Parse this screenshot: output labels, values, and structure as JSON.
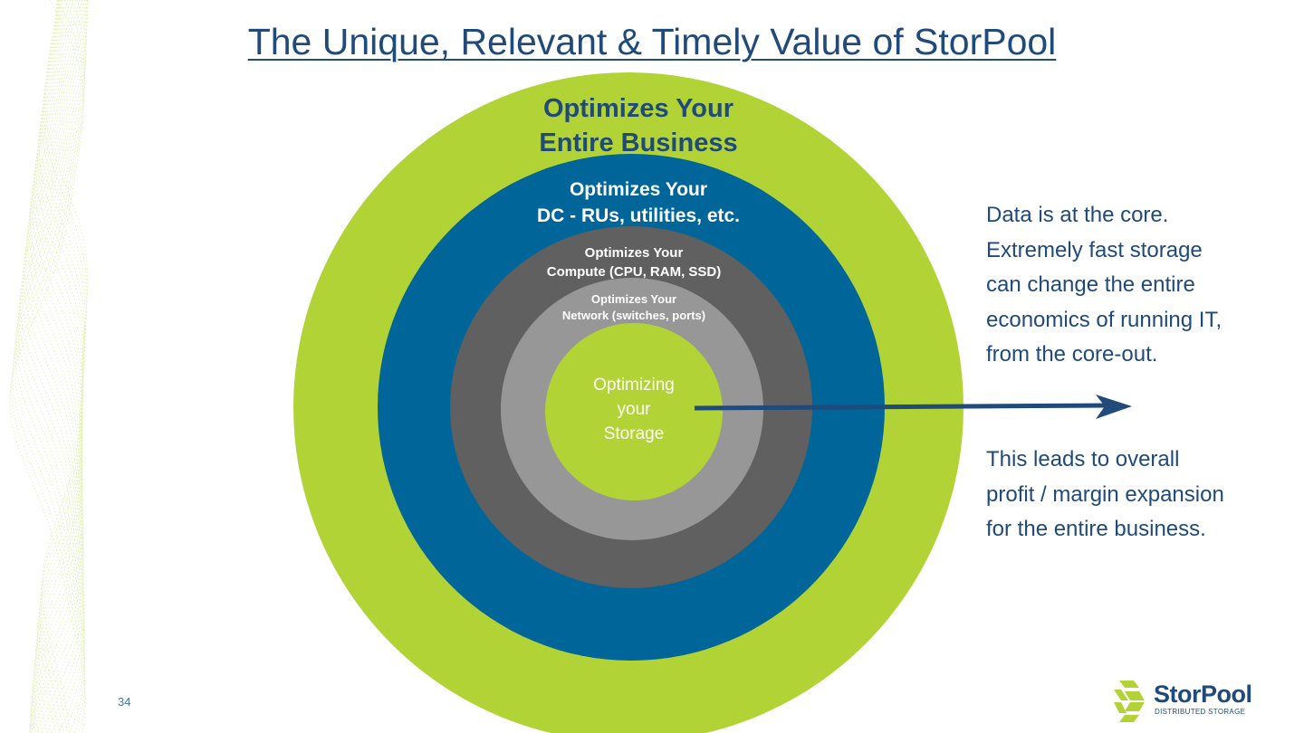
{
  "title": "The Unique, Relevant & Timely Value of StorPool",
  "rings": {
    "business": [
      "Optimizes Your",
      "Entire Business"
    ],
    "dc": [
      "Optimizes Your",
      "DC - RUs, utilities, etc."
    ],
    "compute": [
      "Optimizes Your",
      "Compute (CPU, RAM, SSD)"
    ],
    "network": [
      "Optimizes Your",
      "Network (switches, ports)"
    ],
    "storage": [
      "Optimizing",
      "your",
      "Storage"
    ]
  },
  "side_text": {
    "paragraph1": [
      "Data is at the core.",
      "Extremely fast storage",
      "can change the entire",
      "economics of running IT,",
      "from the core-out."
    ],
    "paragraph2": [
      "This leads to overall",
      "profit / margin expansion",
      "for the entire business."
    ]
  },
  "page_number": "34",
  "logo": {
    "wordmark": "StorPool",
    "tagline": "DISTRIBUTED STORAGE"
  },
  "colors": {
    "lime": "#b1d335",
    "blue": "#006699",
    "dark_gray": "#606060",
    "light_gray": "#979797",
    "navy": "#1f4a7a"
  }
}
